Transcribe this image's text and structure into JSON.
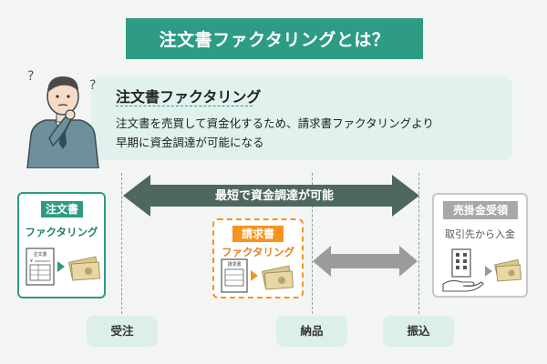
{
  "title": "注文書ファクタリングとは？",
  "info": {
    "heading": "注文書ファクタリング",
    "line1": "注文書を売買して資金化するため、請求書ファクタリングより",
    "line2": "早期に資金調達が可能になる",
    "person_marks": [
      "?",
      "?"
    ]
  },
  "main_arrow_label": "最短で資金調達が可能",
  "boxes": {
    "order": {
      "head": "注文書",
      "sub": "ファクタリング",
      "doc_label": "注文書"
    },
    "invoice": {
      "head": "請求書",
      "sub": "ファクタリング",
      "doc_label": "請求書"
    },
    "receivable": {
      "head": "売掛金受領",
      "sub": "取引先から入金"
    }
  },
  "timeline": [
    "受注",
    "納品",
    "振込"
  ],
  "colors": {
    "primary": "#2e9b84",
    "dark_arrow": "#4e6861",
    "orange": "#f7931e",
    "gray": "#a8a8a8"
  }
}
